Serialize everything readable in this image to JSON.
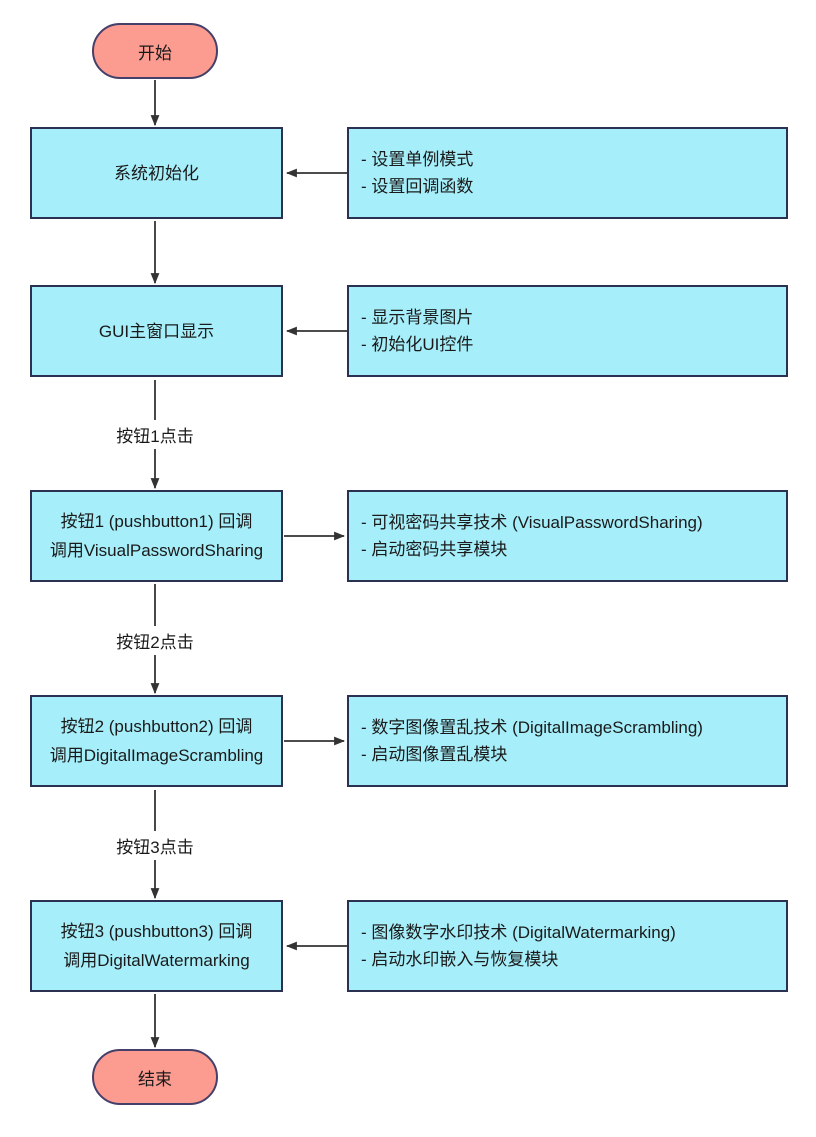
{
  "colors": {
    "box_fill": "#A6EEF9",
    "box_border": "#2B3150",
    "terminal_fill": "#FC9B90",
    "terminal_border": "#454069",
    "arrow": "#333333",
    "text": "#1A1A1A"
  },
  "start": {
    "label": "开始"
  },
  "end": {
    "label": "结束"
  },
  "steps": [
    {
      "box": {
        "lines": [
          "系统初始化"
        ]
      },
      "note": {
        "lines": [
          "- 设置单例模式",
          "- 设置回调函数"
        ]
      },
      "note_arrow_direction": "note-to-box"
    },
    {
      "box": {
        "lines": [
          "GUI主窗口显示"
        ]
      },
      "note": {
        "lines": [
          "- 显示背景图片",
          "- 初始化UI控件"
        ]
      },
      "note_arrow_direction": "note-to-box"
    },
    {
      "incoming_label": "按钮1点击",
      "box": {
        "lines": [
          "按钮1 (pushbutton1) 回调",
          "调用VisualPasswordSharing"
        ]
      },
      "note": {
        "lines": [
          "- 可视密码共享技术 (VisualPasswordSharing)",
          "- 启动密码共享模块"
        ]
      },
      "note_arrow_direction": "box-to-note"
    },
    {
      "incoming_label": "按钮2点击",
      "box": {
        "lines": [
          "按钮2 (pushbutton2) 回调",
          "调用DigitalImageScrambling"
        ]
      },
      "note": {
        "lines": [
          "- 数字图像置乱技术 (DigitalImageScrambling)",
          "- 启动图像置乱模块"
        ]
      },
      "note_arrow_direction": "box-to-note"
    },
    {
      "incoming_label": "按钮3点击",
      "box": {
        "lines": [
          "按钮3 (pushbutton3) 回调",
          "调用DigitalWatermarking"
        ]
      },
      "note": {
        "lines": [
          "- 图像数字水印技术 (DigitalWatermarking)",
          "- 启动水印嵌入与恢复模块"
        ]
      },
      "note_arrow_direction": "note-to-box"
    }
  ]
}
